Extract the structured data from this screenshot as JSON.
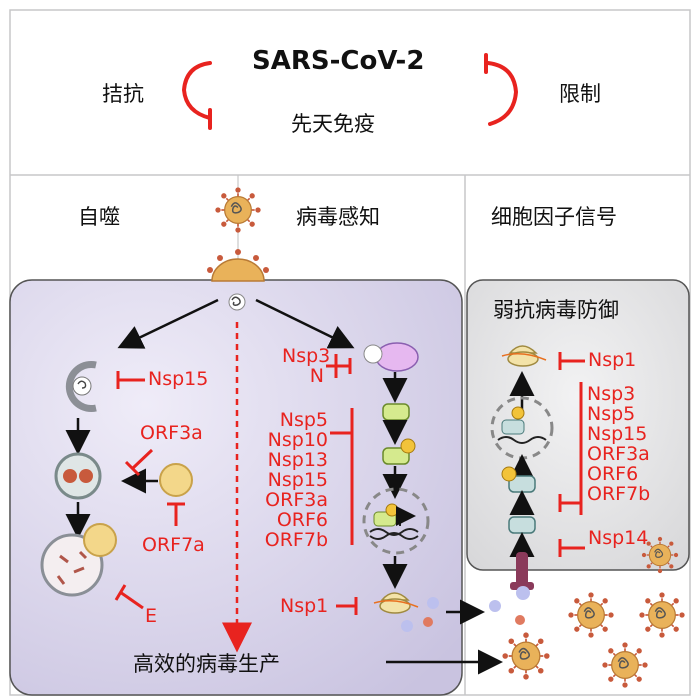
{
  "header": {
    "title": "SARS-CoV-2",
    "left_label": "拮抗",
    "right_label": "限制",
    "bottom_label": "先天免疫"
  },
  "sections": {
    "autophagy": "自噬",
    "sensing": "病毒感知",
    "cytokine": "细胞因子信号",
    "weak_defense": "弱抗病毒防御",
    "production": "高效的病毒生产"
  },
  "autophagy_inhibitors": {
    "top": "Nsp15",
    "middle": "ORF3a",
    "bottom": "ORF7a",
    "final": "E"
  },
  "sensing_inhibitors": {
    "group1": [
      "Nsp3",
      "N"
    ],
    "group2": [
      "Nsp5",
      "Nsp10",
      "Nsp13",
      "Nsp15",
      "ORF3a",
      "ORF6",
      "ORF7b"
    ],
    "translation": "Nsp1"
  },
  "defense_inhibitors": {
    "top": "Nsp1",
    "group": [
      "Nsp3",
      "Nsp5",
      "Nsp15",
      "ORF3a",
      "ORF6",
      "ORF7b"
    ],
    "receptor": "Nsp14"
  },
  "colors": {
    "accent_red": "#e8231f",
    "cell_fill": "#d9d5ea",
    "panel_fill": "#e4e4e6"
  }
}
